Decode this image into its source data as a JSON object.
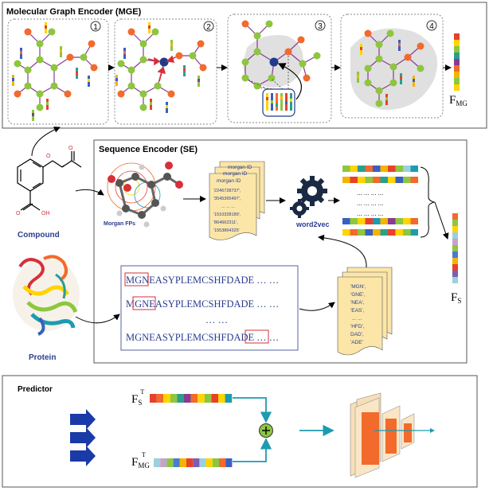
{
  "mge": {
    "title": "Molecular Graph Encoder (MGE)",
    "steps": [
      "1",
      "2",
      "3",
      "4"
    ],
    "output_label": "F",
    "output_sub": "MG"
  },
  "se": {
    "title": "Sequence Encoder (SE)",
    "morgan_caption": "Morgan FPs",
    "morgan_header": "morgan ID",
    "morgan_ids": [
      "'2246728737',",
      "'3545365497',",
      "... ... ...",
      "'1510328189',",
      "'864662311',",
      "'1553864325'"
    ],
    "word2vec_label": "word2vec",
    "seq_prefix_1": "MGN",
    "seq_rest_1": "EASYPLEMCSHFDADE",
    "seq_pre_2": "M",
    "seq_box_2": "GNE",
    "seq_rest_2": "ASYPLEMCSHFDADE",
    "seq_dots_mid": "… …",
    "seq_main_3": "MGNEASYPLEMCSHFD",
    "seq_box_3": "ADE",
    "seq_trail": "… …",
    "kmers": [
      "'MGN',",
      "'GNE',",
      "'NEA',",
      "'EAS',",
      "... ...",
      "'HFD',",
      "DAD',",
      "'ADE'"
    ],
    "output_label": "F",
    "output_sub": "S"
  },
  "inputs": {
    "compound_label": "Compound",
    "protein_label": "Protein",
    "oh_label": "OH",
    "o_label": "O"
  },
  "predictor": {
    "title": "Predictor",
    "fs_label": "F",
    "fs_sub": "S",
    "fs_sup": "T",
    "fmg_label": "F",
    "fmg_sub": "MG",
    "fmg_sup": "T"
  },
  "colors": {
    "green": "#8dc63f",
    "orange": "#f26a2c",
    "navy": "#1f3b8a",
    "seq_blue": "#2a3d8f",
    "box_red": "#d6303a",
    "arrow_teal": "#1d9bb0"
  }
}
